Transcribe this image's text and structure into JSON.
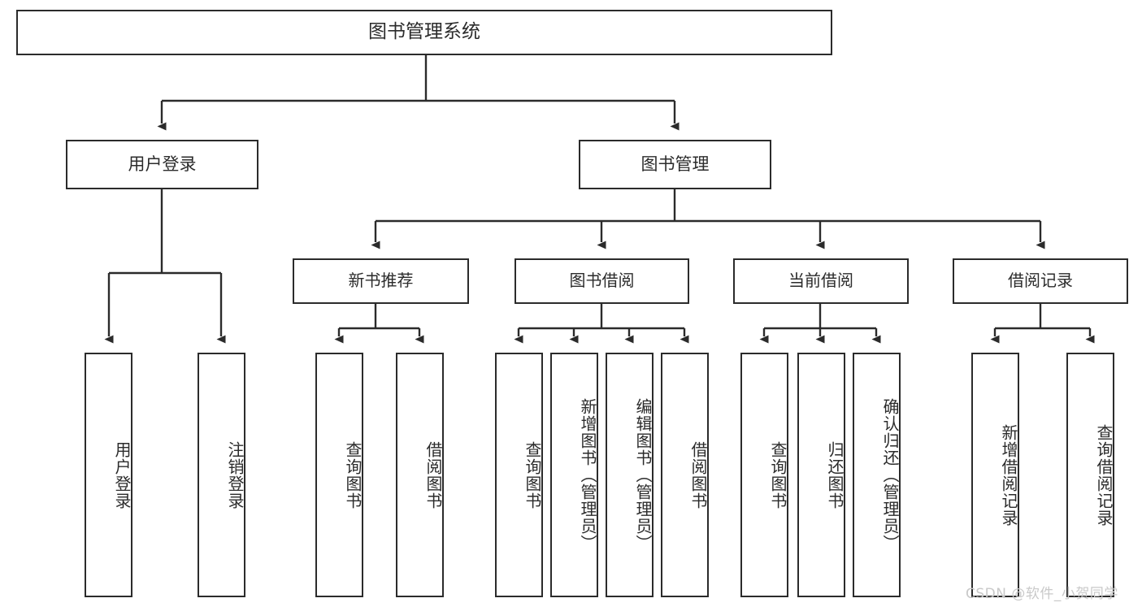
{
  "diagram": {
    "type": "tree",
    "title": "图书管理系统",
    "orientation": "top-down",
    "background_color": "#ffffff",
    "line_color": "#2b2b2b",
    "text_color": "#2b2b2b"
  },
  "nodes": {
    "root": {
      "label": "图书管理系统"
    },
    "level2": [
      {
        "label": "用户登录"
      },
      {
        "label": "图书管理"
      }
    ],
    "level3": [
      {
        "label": "新书推荐"
      },
      {
        "label": "图书借阅"
      },
      {
        "label": "当前借阅"
      },
      {
        "label": "借阅记录"
      }
    ],
    "leaves": {
      "user_login": [
        {
          "label": "用户登录"
        },
        {
          "label": "注销登录"
        }
      ],
      "new_book_recommend": [
        {
          "label": "查询图书"
        },
        {
          "label": "借阅图书"
        }
      ],
      "book_borrow": [
        {
          "label": "查询图书"
        },
        {
          "label": "新增图书（管理员）"
        },
        {
          "label": "编辑图书（管理员）"
        },
        {
          "label": "借阅图书"
        }
      ],
      "current_borrow": [
        {
          "label": "查询图书"
        },
        {
          "label": "归还图书"
        },
        {
          "label": "确认归还（管理员）"
        }
      ],
      "borrow_record": [
        {
          "label": "新增借阅记录"
        },
        {
          "label": "查询借阅记录"
        }
      ]
    }
  },
  "watermark": {
    "text": "CSDN @软件_小贺同学"
  }
}
